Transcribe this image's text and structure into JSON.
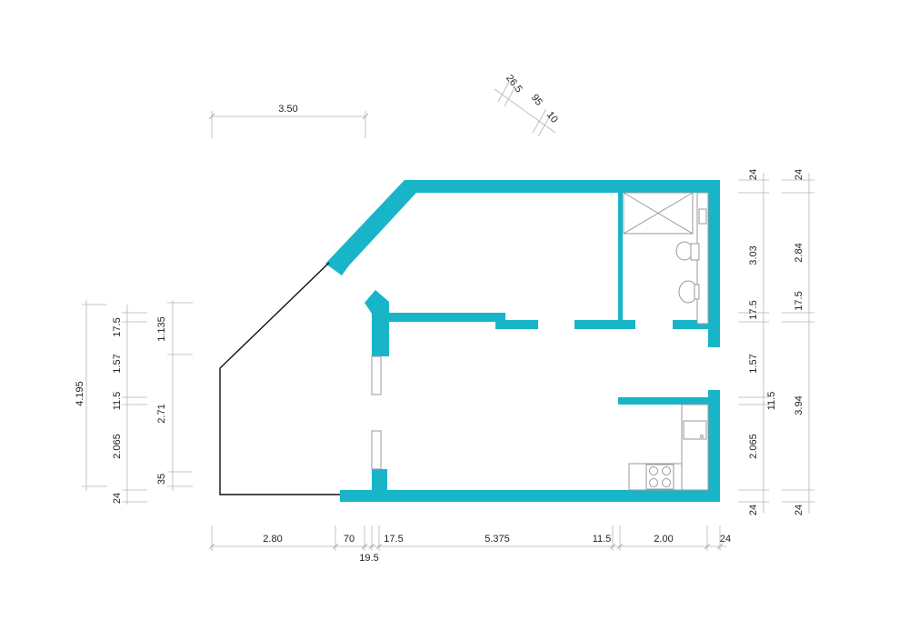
{
  "colors": {
    "wall": "#18b5c8",
    "outline": "#111111",
    "dimension_line": "#b5b5b5"
  },
  "dimensions": {
    "top": {
      "width_350": "3.50"
    },
    "top_angled": {
      "d_265": "26.5",
      "d_95": "95",
      "d_10": "10"
    },
    "bottom": {
      "seg_280": "2.80",
      "seg_70": "70",
      "seg_195": "19.5",
      "seg_175": "17.5",
      "seg_5375": "5.375",
      "seg_115": "11.5",
      "seg_200": "2.00",
      "seg_24": "24"
    },
    "right_inner": {
      "top_24": "24",
      "bath_303": "3.03",
      "wall_175": "17.5",
      "opening_157": "1.57",
      "wall_115": "11.5",
      "kitchen_2065": "2.065",
      "bottom_24": "24"
    },
    "right_outer": {
      "top_24": "24",
      "upper_284": "2.84",
      "wall_175": "17.5",
      "lower_394": "3.94",
      "bottom_24": "24"
    },
    "left_outer": {
      "total_4195": "4.195"
    },
    "left_mid": {
      "wall_175": "17.5",
      "opening_157": "1.57",
      "wall_115": "11.5",
      "lower_2065": "2.065",
      "bottom_24": "24"
    },
    "left_inner": {
      "upper_1135": "1.135",
      "mid_271": "2.71",
      "lower_35": "35"
    }
  }
}
